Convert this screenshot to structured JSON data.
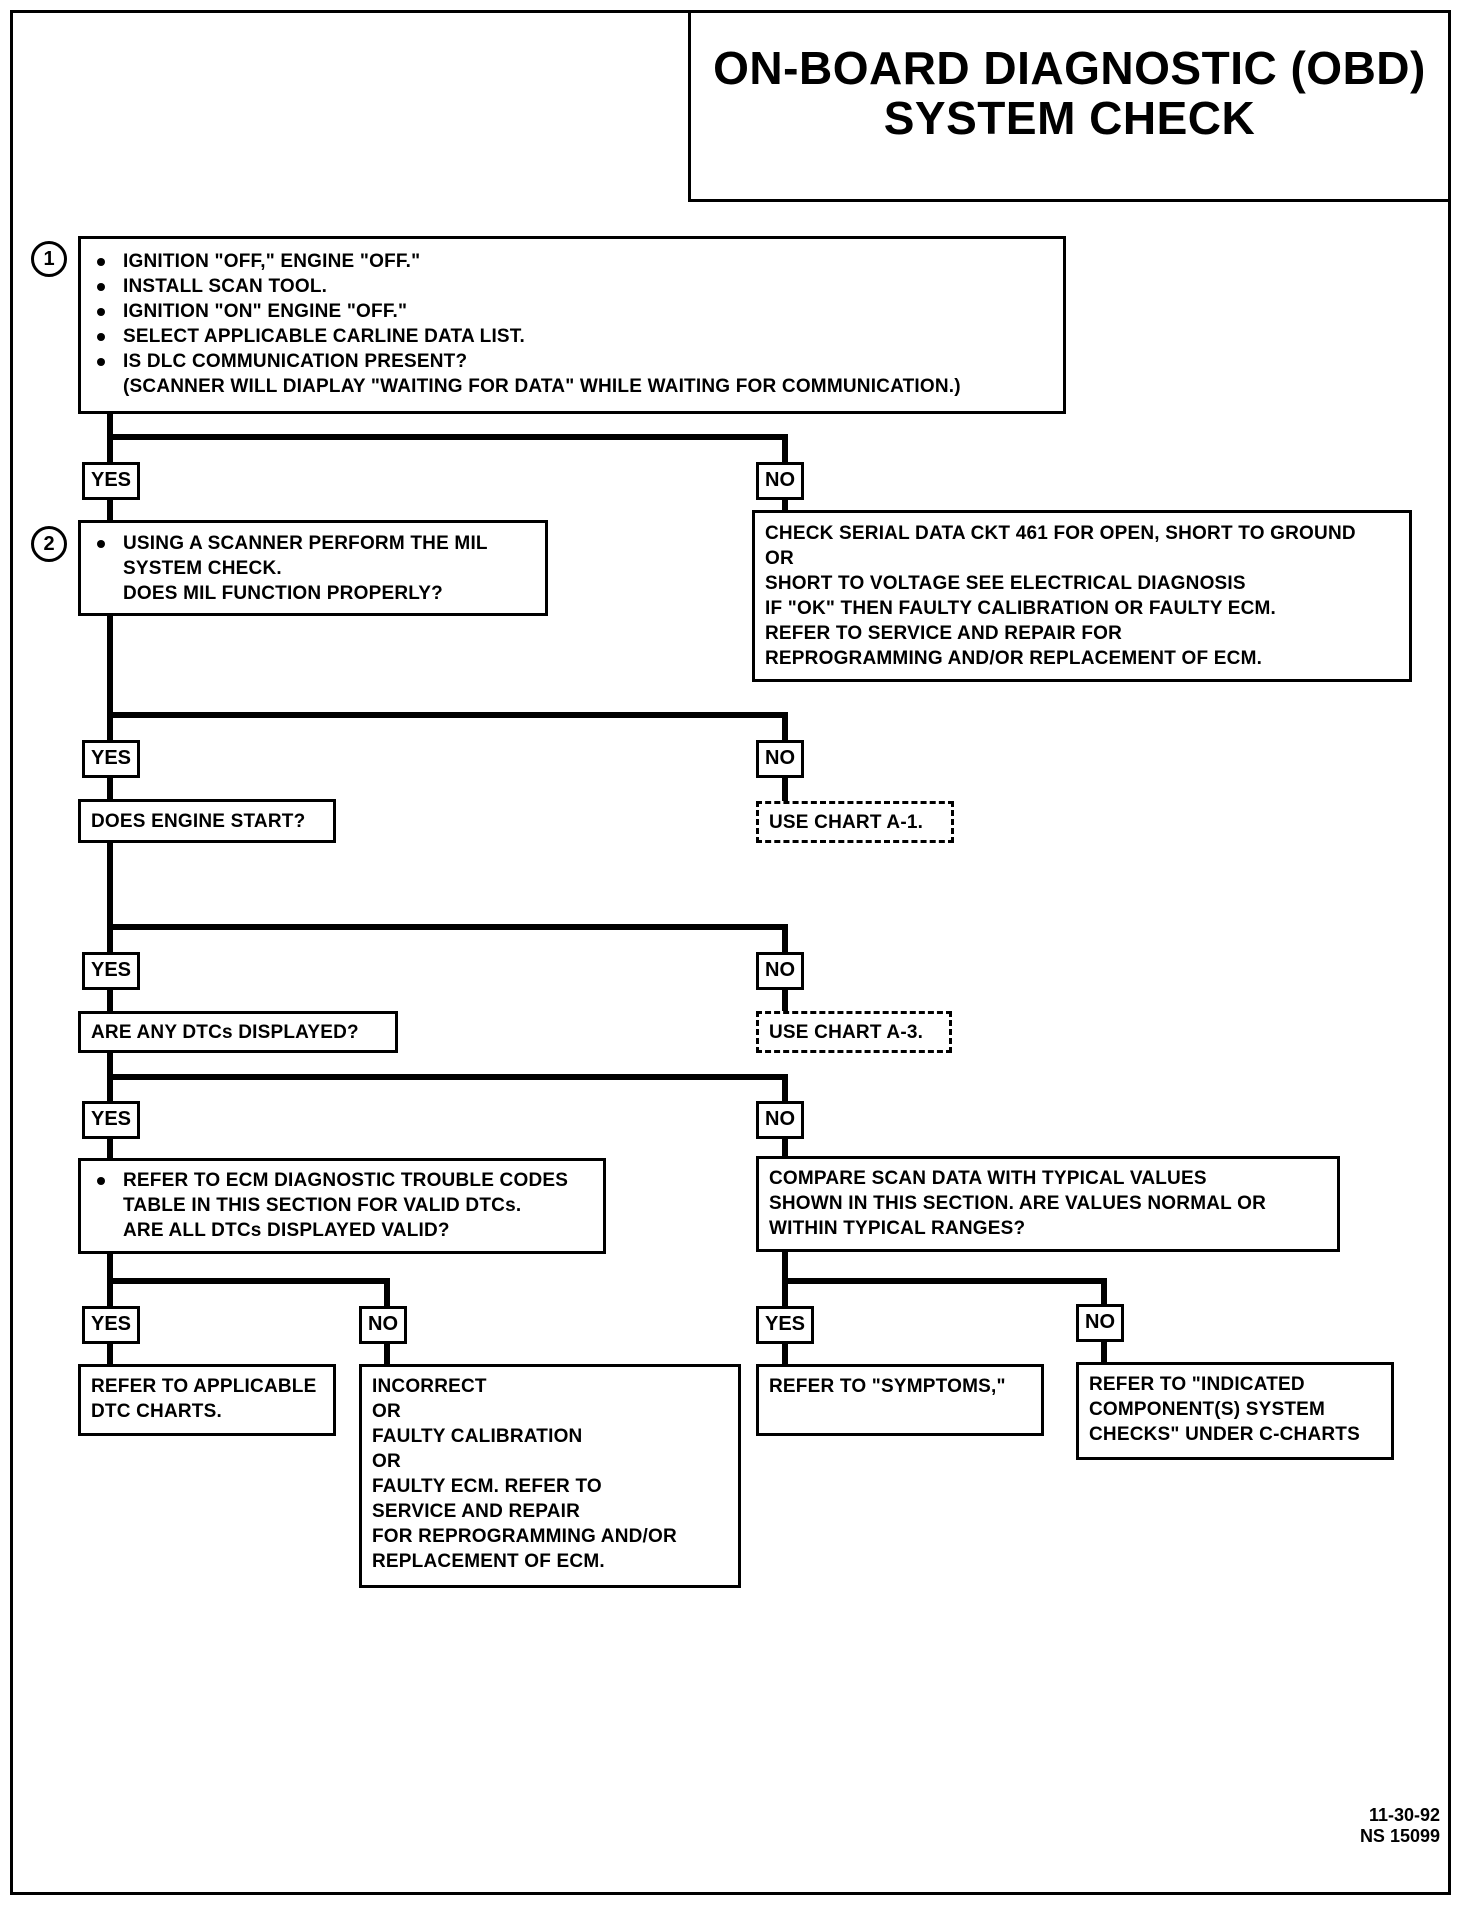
{
  "title": {
    "line1": "ON-BOARD DIAGNOSTIC (OBD)",
    "line2": "SYSTEM CHECK"
  },
  "steps": {
    "step1": {
      "number": "1",
      "bullets": [
        "IGNITION \"OFF,\" ENGINE \"OFF.\"",
        "INSTALL  SCAN TOOL.",
        "IGNITION \"ON\" ENGINE \"OFF.\"",
        "SELECT APPLICABLE CARLINE DATA LIST.",
        "IS DLC COMMUNICATION PRESENT?"
      ],
      "note": "(SCANNER WILL DIAPLAY \"WAITING FOR DATA\" WHILE WAITING FOR COMMUNICATION.)"
    },
    "step2": {
      "number": "2",
      "lines": [
        "USING A  SCANNER PERFORM THE MIL",
        "SYSTEM CHECK.",
        "DOES MIL FUNCTION PROPERLY?"
      ]
    }
  },
  "labels": {
    "yes": "YES",
    "no": "NO"
  },
  "boxes": {
    "no_comm": [
      "CHECK SERIAL DATA CKT 461 FOR OPEN, SHORT TO GROUND",
      "OR",
      "SHORT TO VOLTAGE SEE ELECTRICAL DIAGNOSIS",
      "IF \"OK\" THEN FAULTY CALIBRATION OR FAULTY ECM.",
      "REFER TO SERVICE AND REPAIR FOR",
      "REPROGRAMMING AND/OR REPLACEMENT OF ECM."
    ],
    "engine_start": "DOES ENGINE START?",
    "chart_a1": "USE CHART A-1.",
    "dtcs_displayed": "ARE ANY DTCs DISPLAYED?",
    "chart_a3": "USE CHART A-3.",
    "ecm_dtc_table": [
      "REFER TO ECM DIAGNOSTIC TROUBLE CODES",
      "TABLE IN THIS SECTION FOR VALID DTCs.",
      "ARE ALL DTCs DISPLAYED VALID?"
    ],
    "compare_scan": [
      "COMPARE  SCAN DATA WITH TYPICAL VALUES",
      "SHOWN IN THIS SECTION.  ARE VALUES NORMAL OR",
      "WITHIN TYPICAL RANGES?"
    ],
    "dtc_charts": [
      "REFER TO APPLICABLE",
      "DTC CHARTS."
    ],
    "incorrect_cal": [
      "INCORRECT",
      "OR",
      "FAULTY CALIBRATION",
      "OR",
      "FAULTY ECM.  REFER TO",
      "SERVICE    AND REPAIR",
      "FOR REPROGRAMMING AND/OR",
      "REPLACEMENT OF ECM."
    ],
    "symptoms": "REFER TO \"SYMPTOMS,\"",
    "component_checks": [
      "REFER TO \"INDICATED",
      "COMPONENT(S) SYSTEM",
      "CHECKS\" UNDER  C-CHARTS"
    ]
  },
  "footer": {
    "date": "11-30-92",
    "code": "NS 15099"
  }
}
